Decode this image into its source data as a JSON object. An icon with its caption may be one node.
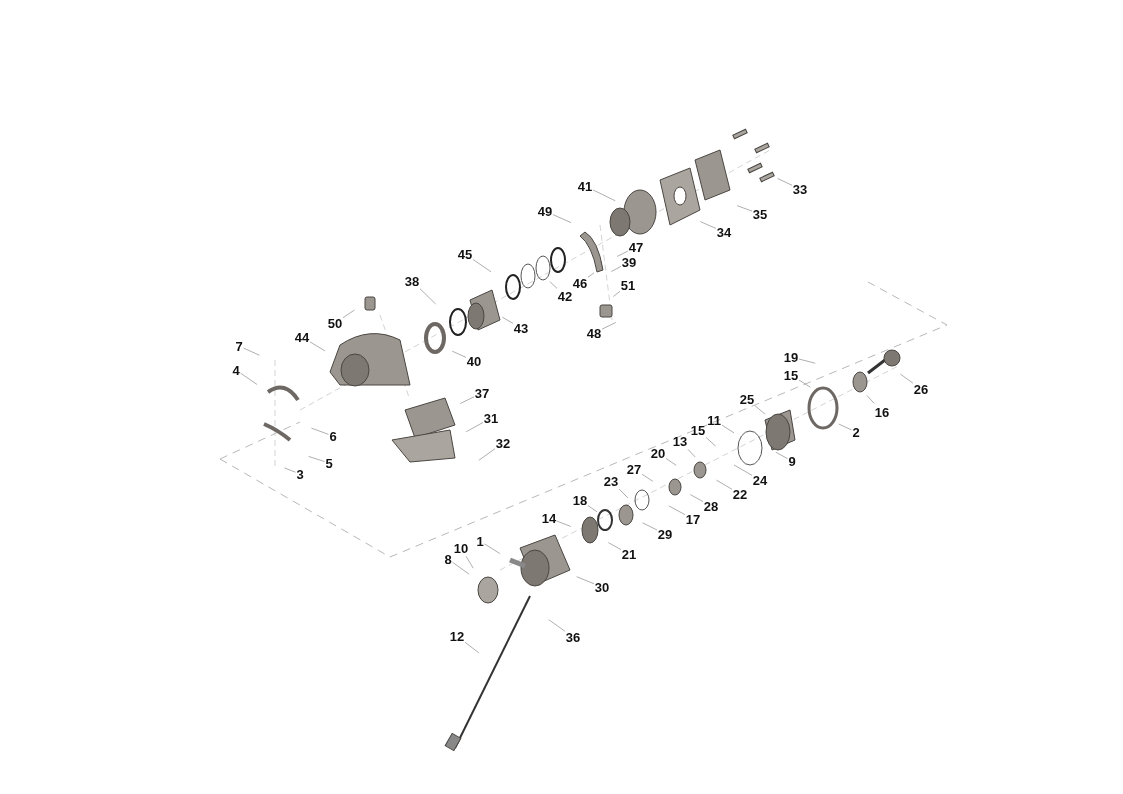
{
  "diagram": {
    "nodes": [
      {
        "text": [
          "33"
        ]
      },
      {
        "text": [
          "41"
        ]
      },
      {
        "text": [
          "35"
        ]
      },
      {
        "text": [
          "49"
        ]
      },
      {
        "text": [
          "34"
        ]
      },
      {
        "text": [
          "47"
        ]
      },
      {
        "text": [
          "45"
        ]
      },
      {
        "text": [
          "39"
        ]
      },
      {
        "text": [
          "46"
        ]
      },
      {
        "text": [
          "38"
        ]
      },
      {
        "text": [
          "51"
        ]
      },
      {
        "text": [
          "42"
        ]
      },
      {
        "text": [
          "50"
        ]
      },
      {
        "text": [
          "43"
        ]
      },
      {
        "text": [
          "48"
        ]
      },
      {
        "text": [
          "44"
        ]
      },
      {
        "text": [
          "7"
        ]
      },
      {
        "text": [
          "40"
        ]
      },
      {
        "text": [
          "19"
        ]
      },
      {
        "text": [
          "4"
        ]
      },
      {
        "text": [
          "15"
        ]
      },
      {
        "text": [
          "26"
        ]
      },
      {
        "text": [
          "37"
        ]
      },
      {
        "text": [
          "25"
        ]
      },
      {
        "text": [
          "16"
        ]
      },
      {
        "text": [
          "11"
        ]
      },
      {
        "text": [
          "31"
        ]
      },
      {
        "text": [
          "15"
        ]
      },
      {
        "text": [
          "2"
        ]
      },
      {
        "text": [
          "6"
        ]
      },
      {
        "text": [
          "13"
        ]
      },
      {
        "text": [
          "32"
        ]
      },
      {
        "text": [
          "20"
        ]
      },
      {
        "text": [
          "9"
        ]
      },
      {
        "text": [
          "5"
        ]
      },
      {
        "text": [
          "27"
        ]
      },
      {
        "text": [
          "3"
        ]
      },
      {
        "text": [
          "24"
        ]
      },
      {
        "text": [
          "23"
        ]
      },
      {
        "text": [
          "22"
        ]
      },
      {
        "text": [
          "18"
        ]
      },
      {
        "text": [
          "28"
        ]
      },
      {
        "text": [
          "14"
        ]
      },
      {
        "text": [
          "17"
        ]
      },
      {
        "text": [
          "29"
        ]
      },
      {
        "text": [
          "1"
        ]
      },
      {
        "text": [
          "10"
        ]
      },
      {
        "text": [
          "21"
        ]
      },
      {
        "text": [
          "8"
        ]
      },
      {
        "text": [
          "30"
        ]
      },
      {
        "text": [
          "36"
        ]
      },
      {
        "text": [
          "12"
        ]
      }
    ],
    "edges": [
      {
        "from": 0,
        "to": null,
        "arrow": "none"
      },
      {
        "from": 1,
        "to": null,
        "arrow": "none"
      },
      {
        "from": 2,
        "to": null,
        "arrow": "none"
      },
      {
        "from": 3,
        "to": null,
        "arrow": "none"
      },
      {
        "from": 4,
        "to": null,
        "arrow": "none"
      },
      {
        "from": 5,
        "to": null,
        "arrow": "none"
      },
      {
        "from": 6,
        "to": null,
        "arrow": "none"
      },
      {
        "from": 7,
        "to": null,
        "arrow": "none"
      },
      {
        "from": 8,
        "to": null,
        "arrow": "none"
      },
      {
        "from": 9,
        "to": null,
        "arrow": "none"
      },
      {
        "from": 10,
        "to": null,
        "arrow": "none"
      },
      {
        "from": 11,
        "to": null,
        "arrow": "none"
      },
      {
        "from": 12,
        "to": null,
        "arrow": "none"
      },
      {
        "from": 13,
        "to": null,
        "arrow": "none"
      },
      {
        "from": 14,
        "to": null,
        "arrow": "none"
      },
      {
        "from": 15,
        "to": null,
        "arrow": "none"
      },
      {
        "from": 16,
        "to": null,
        "arrow": "none"
      },
      {
        "from": 17,
        "to": null,
        "arrow": "none"
      },
      {
        "from": 18,
        "to": null,
        "arrow": "none"
      },
      {
        "from": 19,
        "to": null,
        "arrow": "none"
      },
      {
        "from": 20,
        "to": null,
        "arrow": "none"
      },
      {
        "from": 21,
        "to": null,
        "arrow": "none"
      },
      {
        "from": 22,
        "to": null,
        "arrow": "none"
      },
      {
        "from": 23,
        "to": null,
        "arrow": "none"
      },
      {
        "from": 24,
        "to": null,
        "arrow": "none"
      },
      {
        "from": 25,
        "to": null,
        "arrow": "none"
      },
      {
        "from": 26,
        "to": null,
        "arrow": "none"
      },
      {
        "from": 27,
        "to": null,
        "arrow": "none"
      },
      {
        "from": 28,
        "to": null,
        "arrow": "none"
      },
      {
        "from": 29,
        "to": null,
        "arrow": "none"
      },
      {
        "from": 30,
        "to": null,
        "arrow": "none"
      },
      {
        "from": 31,
        "to": null,
        "arrow": "none"
      },
      {
        "from": 32,
        "to": null,
        "arrow": "none"
      },
      {
        "from": 33,
        "to": null,
        "arrow": "none"
      },
      {
        "from": 34,
        "to": null,
        "arrow": "none"
      },
      {
        "from": 35,
        "to": null,
        "arrow": "none"
      },
      {
        "from": 36,
        "to": null,
        "arrow": "none"
      },
      {
        "from": 37,
        "to": null,
        "arrow": "none"
      },
      {
        "from": 38,
        "to": null,
        "arrow": "none"
      },
      {
        "from": 39,
        "to": null,
        "arrow": "none"
      },
      {
        "from": 40,
        "to": null,
        "arrow": "none"
      },
      {
        "from": 41,
        "to": null,
        "arrow": "none"
      },
      {
        "from": 42,
        "to": null,
        "arrow": "none"
      },
      {
        "from": 43,
        "to": null,
        "arrow": "none"
      },
      {
        "from": 44,
        "to": null,
        "arrow": "none"
      },
      {
        "from": 45,
        "to": null,
        "arrow": "none"
      },
      {
        "from": 46,
        "to": null,
        "arrow": "none"
      },
      {
        "from": 47,
        "to": null,
        "arrow": "none"
      },
      {
        "from": 48,
        "to": null,
        "arrow": "none"
      },
      {
        "from": 49,
        "to": null,
        "arrow": "none"
      },
      {
        "from": 50,
        "to": null,
        "arrow": "none"
      },
      {
        "from": 51,
        "to": null,
        "arrow": "none"
      }
    ]
  }
}
